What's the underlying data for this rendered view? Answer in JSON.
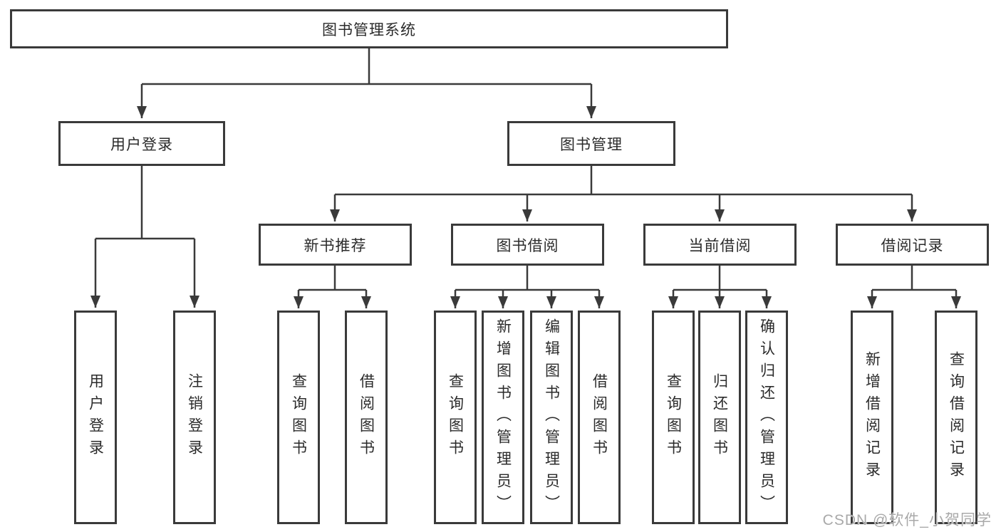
{
  "watermark": {
    "text": "CSDN @软件_小贺同学"
  },
  "colors": {
    "line": "#3a3a3a",
    "box_border": "#3a3a3a",
    "box_fill": "#ffffff",
    "text": "#2b2b2b",
    "watermark": "#a9a9a9"
  },
  "tree": {
    "root": "图书管理系统",
    "children": [
      {
        "label": "用户登录",
        "children": [
          {
            "label": "用户登录"
          },
          {
            "label": "注销登录"
          }
        ]
      },
      {
        "label": "图书管理",
        "children": [
          {
            "label": "新书推荐",
            "children": [
              {
                "label": "查询图书"
              },
              {
                "label": "借阅图书"
              }
            ]
          },
          {
            "label": "图书借阅",
            "children": [
              {
                "label": "查询图书"
              },
              {
                "label": "新增图书（管理员）"
              },
              {
                "label": "编辑图书（管理员）"
              },
              {
                "label": "借阅图书"
              }
            ]
          },
          {
            "label": "当前借阅",
            "children": [
              {
                "label": "查询图书"
              },
              {
                "label": "归还图书"
              },
              {
                "label": "确认归还（管理员）"
              }
            ]
          },
          {
            "label": "借阅记录",
            "children": [
              {
                "label": "新增借阅记录"
              },
              {
                "label": "查询借阅记录"
              }
            ]
          }
        ]
      }
    ]
  }
}
